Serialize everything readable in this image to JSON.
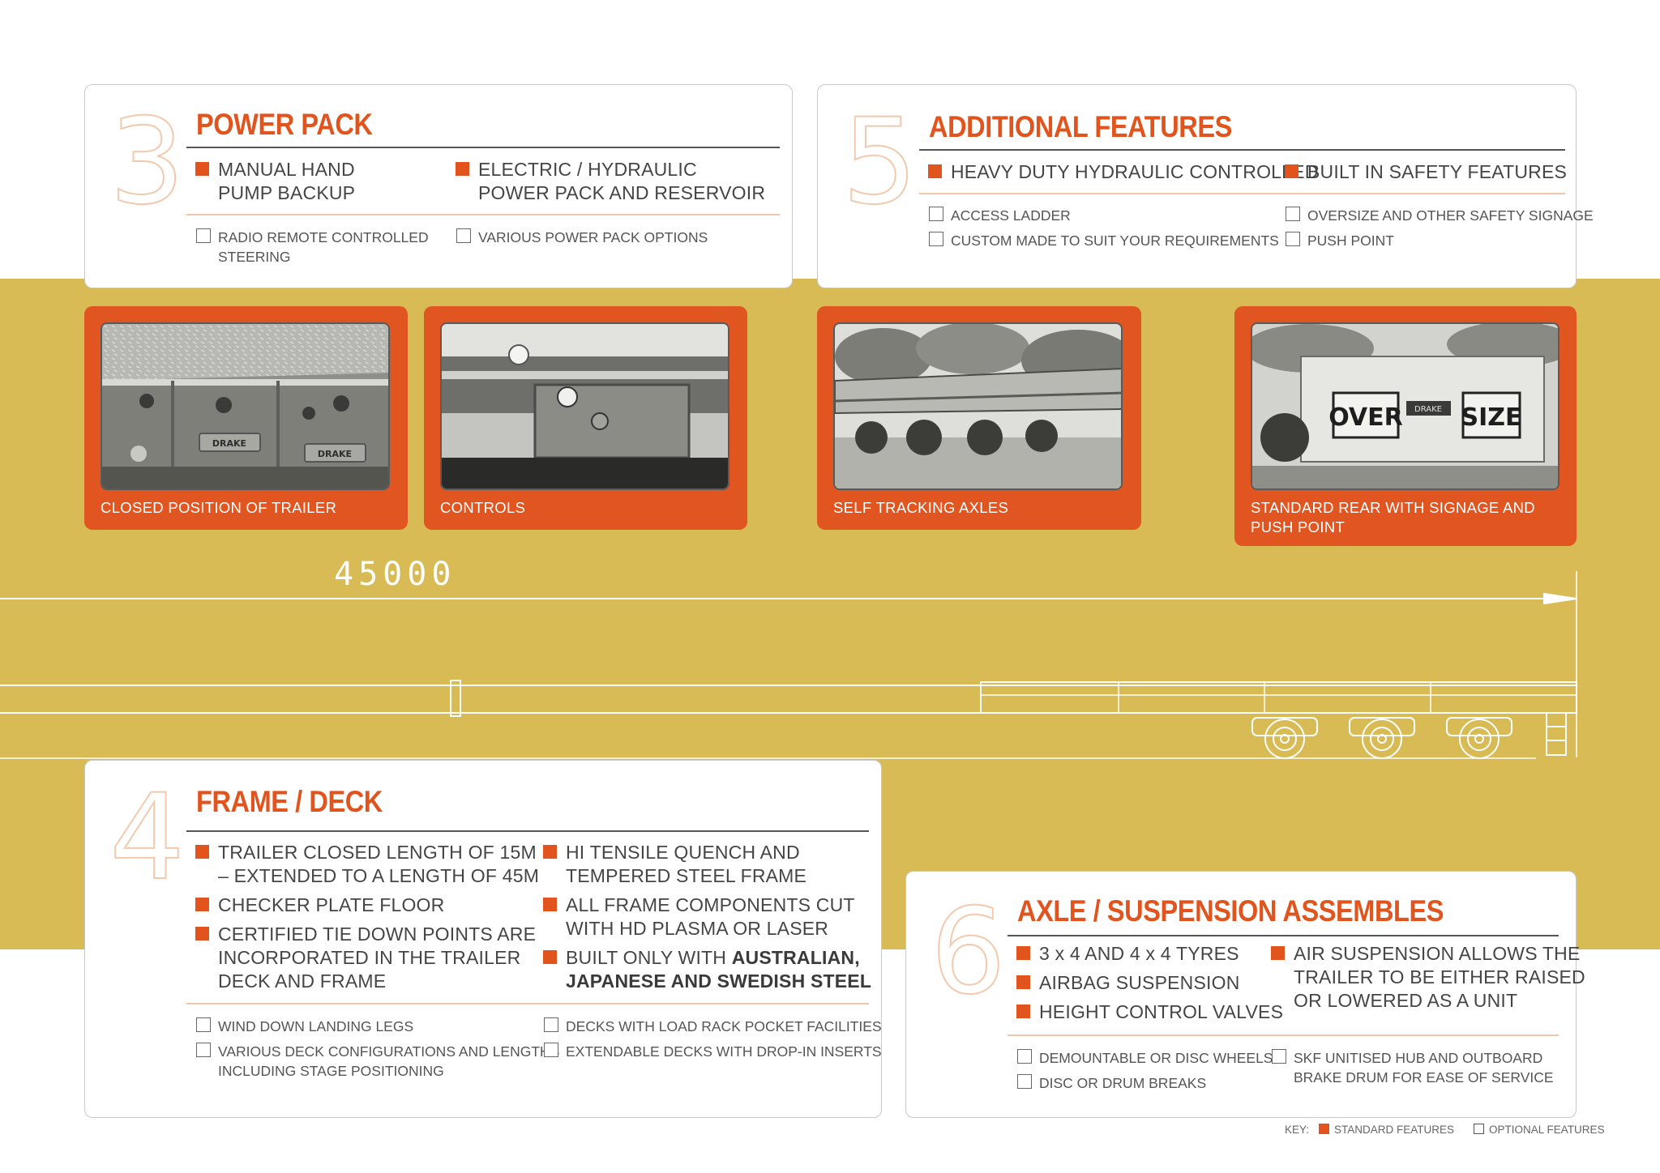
{
  "colors": {
    "accent": "#e1541d",
    "band": "#d8bb55",
    "photo_card": "#e05520"
  },
  "power_pack": {
    "number": "3",
    "title": "POWER PACK",
    "standard": [
      "MANUAL HAND",
      "PUMP BACKUP",
      "ELECTRIC / HYDRAULIC",
      "POWER PACK AND RESERVOIR"
    ],
    "optional": [
      "RADIO REMOTE CONTROLLED",
      "STEERING",
      "VARIOUS POWER PACK OPTIONS"
    ]
  },
  "additional_features": {
    "number": "5",
    "title": "ADDITIONAL FEATURES",
    "standard": [
      "HEAVY DUTY HYDRAULIC CONTROLLED",
      "BUILT IN SAFETY FEATURES"
    ],
    "optional": [
      "ACCESS LADDER",
      "CUSTOM MADE TO SUIT YOUR REQUIREMENTS",
      "OVERSIZE AND OTHER SAFETY SIGNAGE",
      "PUSH POINT"
    ]
  },
  "photos": [
    {
      "caption": "CLOSED POSITION  OF TRAILER",
      "sign_text": [
        "DRAKE",
        "DRAKE"
      ]
    },
    {
      "caption": "CONTROLS"
    },
    {
      "caption": "SELF TRACKING AXLES"
    },
    {
      "caption_lines": [
        "STANDARD REAR WITH SIGNAGE AND",
        "PUSH POINT"
      ],
      "sign_text": [
        "OVER",
        "SIZE",
        "DRAKE"
      ]
    }
  ],
  "drawing": {
    "dimension": "45000"
  },
  "frame_deck": {
    "number": "4",
    "title": "FRAME / DECK",
    "standard": [
      "TRAILER CLOSED LENGTH OF 15M",
      "– EXTENDED TO A LENGTH OF 45M",
      "CHECKER PLATE FLOOR",
      "CERTIFIED TIE DOWN POINTS ARE",
      "INCORPORATED IN THE TRAILER",
      "DECK AND FRAME",
      "HI TENSILE QUENCH AND",
      "TEMPERED STEEL FRAME",
      "ALL FRAME COMPONENTS CUT",
      "WITH HD PLASMA OR LASER",
      "BUILT ONLY WITH ",
      "AUSTRALIAN,",
      "JAPANESE AND SWEDISH STEEL"
    ],
    "optional": [
      "WIND DOWN LANDING LEGS",
      "VARIOUS DECK CONFIGURATIONS AND LENGTHS",
      "INCLUDING STAGE POSITIONING",
      "DECKS WITH LOAD RACK POCKET FACILITIES",
      "EXTENDABLE DECKS WITH DROP-IN INSERTS"
    ]
  },
  "axle_suspension": {
    "number": "6",
    "title": "AXLE / SUSPENSION ASSEMBLES",
    "standard": [
      "3 x 4 AND 4 x 4 TYRES",
      "AIRBAG SUSPENSION",
      "HEIGHT CONTROL VALVES",
      "AIR SUSPENSION ALLOWS THE",
      "TRAILER TO BE EITHER RAISED",
      "OR LOWERED AS A UNIT"
    ],
    "optional": [
      "DEMOUNTABLE OR DISC WHEELS",
      "DISC OR DRUM BREAKS",
      "SKF UNITISED HUB AND OUTBOARD",
      "BRAKE DRUM FOR EASE OF SERVICE"
    ]
  },
  "key": {
    "label": "KEY:",
    "standard": "STANDARD FEATURES",
    "optional": "OPTIONAL FEATURES"
  }
}
